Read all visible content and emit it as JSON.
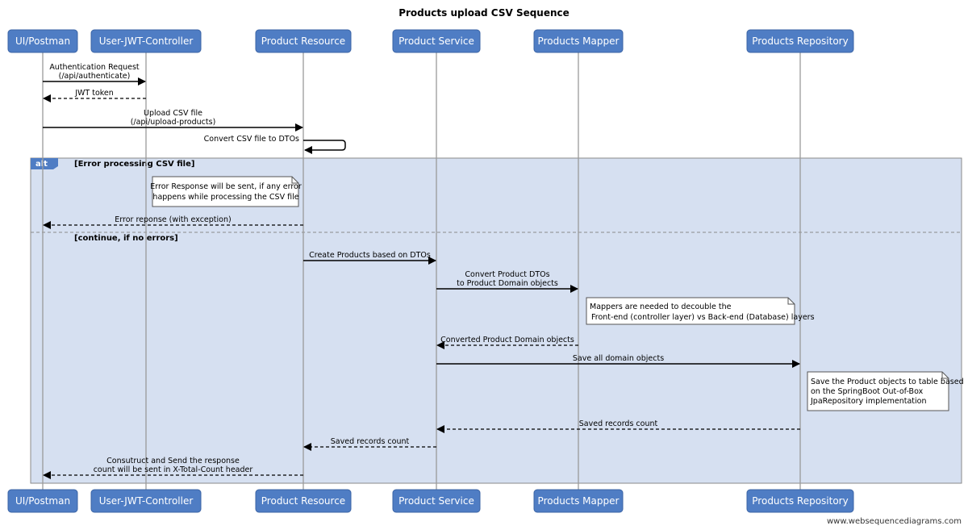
{
  "title": "Products upload CSV Sequence",
  "participants": [
    {
      "id": "ui",
      "label": "UI/Postman"
    },
    {
      "id": "jwt",
      "label": "User-JWT-Controller"
    },
    {
      "id": "res",
      "label": "Product Resource"
    },
    {
      "id": "svc",
      "label": "Product Service"
    },
    {
      "id": "map",
      "label": "Products Mapper"
    },
    {
      "id": "repo",
      "label": "Products Repository"
    }
  ],
  "messages": [
    {
      "from": "ui",
      "to": "jwt",
      "lines": [
        "Authentication Request",
        "(/api/authenticate)"
      ],
      "style": "solid"
    },
    {
      "from": "jwt",
      "to": "ui",
      "lines": [
        "JWT token"
      ],
      "style": "dashed"
    },
    {
      "from": "ui",
      "to": "res",
      "lines": [
        "Upload CSV file",
        "(/api/upload-products)"
      ],
      "style": "solid"
    },
    {
      "from": "res",
      "to": "res",
      "lines": [
        "Convert CSV file to DTOs"
      ],
      "style": "self"
    },
    {
      "from": "res",
      "to": "ui",
      "lines": [
        "Error reponse (with exception)"
      ],
      "style": "dashed"
    },
    {
      "from": "res",
      "to": "svc",
      "lines": [
        "Create Products based on DTOs"
      ],
      "style": "solid"
    },
    {
      "from": "svc",
      "to": "map",
      "lines": [
        "Convert Product DTOs",
        "to Product Domain objects"
      ],
      "style": "solid"
    },
    {
      "from": "map",
      "to": "svc",
      "lines": [
        "Converted Product Domain objects"
      ],
      "style": "dashed"
    },
    {
      "from": "svc",
      "to": "repo",
      "lines": [
        "Save all domain objects"
      ],
      "style": "solid"
    },
    {
      "from": "repo",
      "to": "svc",
      "lines": [
        "Saved records count"
      ],
      "style": "dashed"
    },
    {
      "from": "svc",
      "to": "res",
      "lines": [
        "Saved records count"
      ],
      "style": "dashed"
    },
    {
      "from": "res",
      "to": "ui",
      "lines": [
        "Consutruct and Send the response",
        "count will be sent in X-Total-Count header"
      ],
      "style": "dashed"
    }
  ],
  "alt": {
    "label": "alt",
    "conditions": [
      "[Error processing CSV file]",
      "[continue, if no errors]"
    ]
  },
  "notes": [
    {
      "lines": [
        "Error Response will be sent, if any error",
        "happens while processing the CSV file"
      ]
    },
    {
      "lines": [
        "Mappers are needed to decouble the",
        "Front-end (controller layer) vs Back-end (Database) layers"
      ]
    },
    {
      "lines": [
        "Save the Product objects to table based",
        "on the SpringBoot Out-of-Box",
        "JpaRepository implementation"
      ]
    }
  ],
  "watermark": "www.websequencediagrams.com",
  "colors": {
    "actor_fill": "#4f7dc4",
    "actor_border": "#3b64a5",
    "alt_fill": "#d6e0f1",
    "alt_border": "#8a8a8a",
    "alt_tag": "#4f7dc4",
    "note_fill": "#ffffff"
  }
}
